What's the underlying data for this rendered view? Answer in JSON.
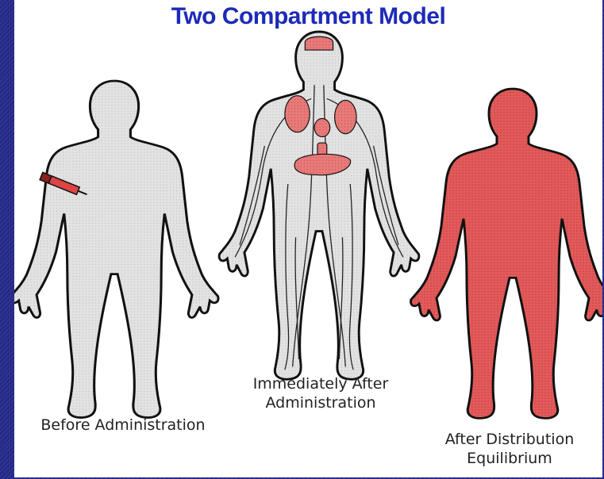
{
  "title": "Two Compartment Model",
  "captions": {
    "before": "Before Administration",
    "immediate_line1": "Immediately After",
    "immediate_line2": "Administration",
    "after_line1": "After Distribution",
    "after_line2": "Equilibrium"
  },
  "colors": {
    "background": "#2a2f8f",
    "title": "#1d2ab8",
    "body_gray": "#dcdcdc",
    "organ_red": "#e06a6a",
    "body_red": "#e05555",
    "outline": "#111111"
  },
  "icons": {
    "syringe": "syringe-icon",
    "figure": "human-figure-icon"
  }
}
